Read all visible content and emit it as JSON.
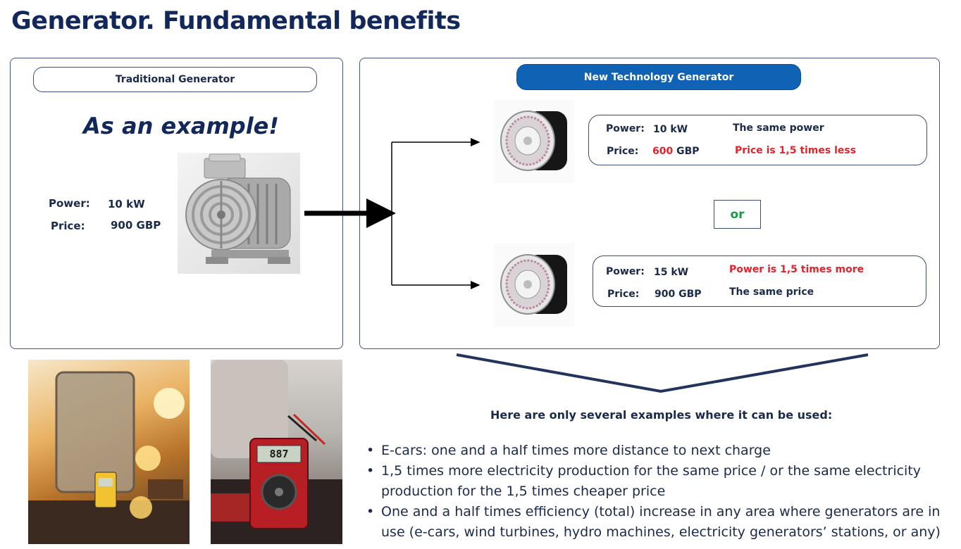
{
  "title": "Generator. Fundamental benefits",
  "traditional": {
    "label": "Traditional Generator",
    "example": "As an example!",
    "power_label": "Power:",
    "power_value": "10 kW",
    "price_label": "Price:",
    "price_value": "900 GBP"
  },
  "new_tech": {
    "label": "New Technology Generator",
    "option1": {
      "power_label": "Power:",
      "power_value": "10 kW",
      "price_label": "Price:",
      "price_number": "600",
      "price_unit": "GBP",
      "note_power": "The same power",
      "note_price": "Price is 1,5 times less"
    },
    "or_label": "or",
    "option2": {
      "power_label": "Power:",
      "power_value": "15 kW",
      "price_label": "Price:",
      "price_value": "900 GBP",
      "note_power": "Power is 1,5 times more",
      "note_price": "The same price"
    }
  },
  "examples": {
    "heading": "Here are only several examples where it can be used:",
    "items": [
      "E-cars: one and a half times more distance to next charge",
      "1,5 times more electricity production for the same price / or the same electricity production for the 1,5 times cheaper price",
      "One and a half times efficiency (total) increase in any area where generators are in use (e-cars, wind turbines, hydro machines, electricity generators’ stations, or any)"
    ]
  },
  "multimeter_reading": "887",
  "colors": {
    "title": "#13285a",
    "accent_blue": "#0f62b4",
    "red": "#e0242c",
    "green": "#1a9a46"
  }
}
